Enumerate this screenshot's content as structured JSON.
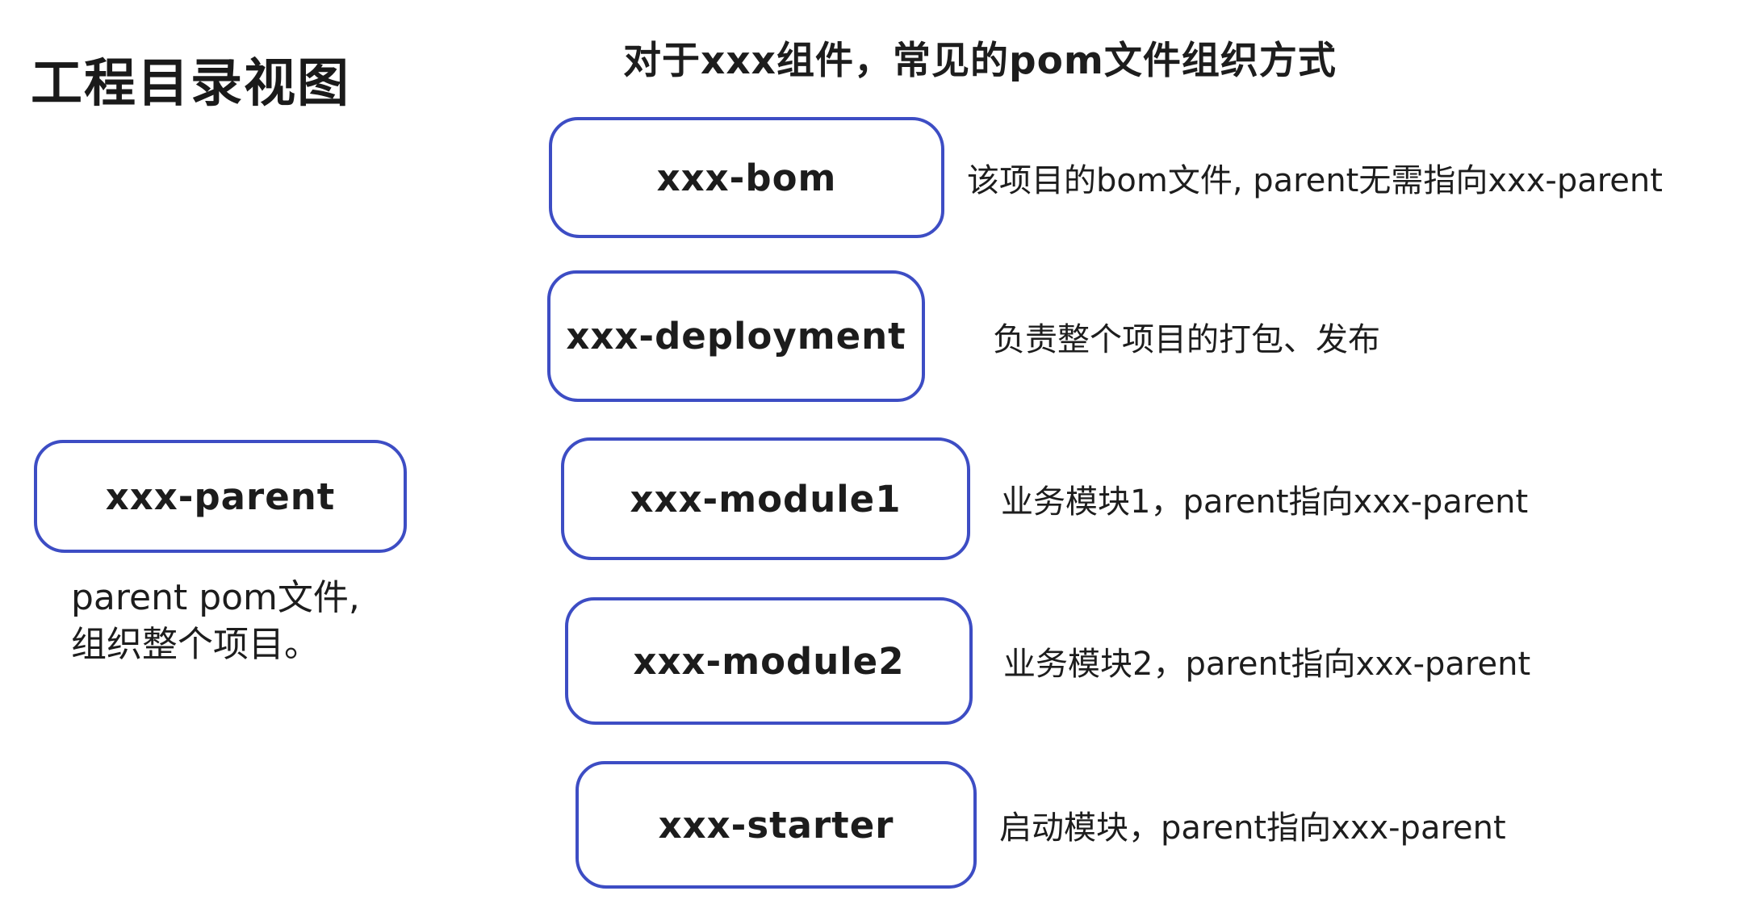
{
  "colors": {
    "background": "#ffffff",
    "box_border_blue": "#3d4dc4",
    "text": "#1d1d1d"
  },
  "title": "工程目录视图",
  "header": "对于xxx组件，常见的pom文件组织方式",
  "parent": {
    "label": "xxx-parent",
    "caption_line1": "parent pom文件,",
    "caption_line2": "组织整个项目。"
  },
  "modules": [
    {
      "label": "xxx-bom",
      "annotation": "该项目的bom文件, parent无需指向xxx-parent"
    },
    {
      "label": "xxx-deployment",
      "annotation": "负责整个项目的打包、发布"
    },
    {
      "label": "xxx-module1",
      "annotation": "业务模块1，parent指向xxx-parent"
    },
    {
      "label": "xxx-module2",
      "annotation": "业务模块2，parent指向xxx-parent"
    },
    {
      "label": "xxx-starter",
      "annotation": "启动模块，parent指向xxx-parent"
    }
  ]
}
